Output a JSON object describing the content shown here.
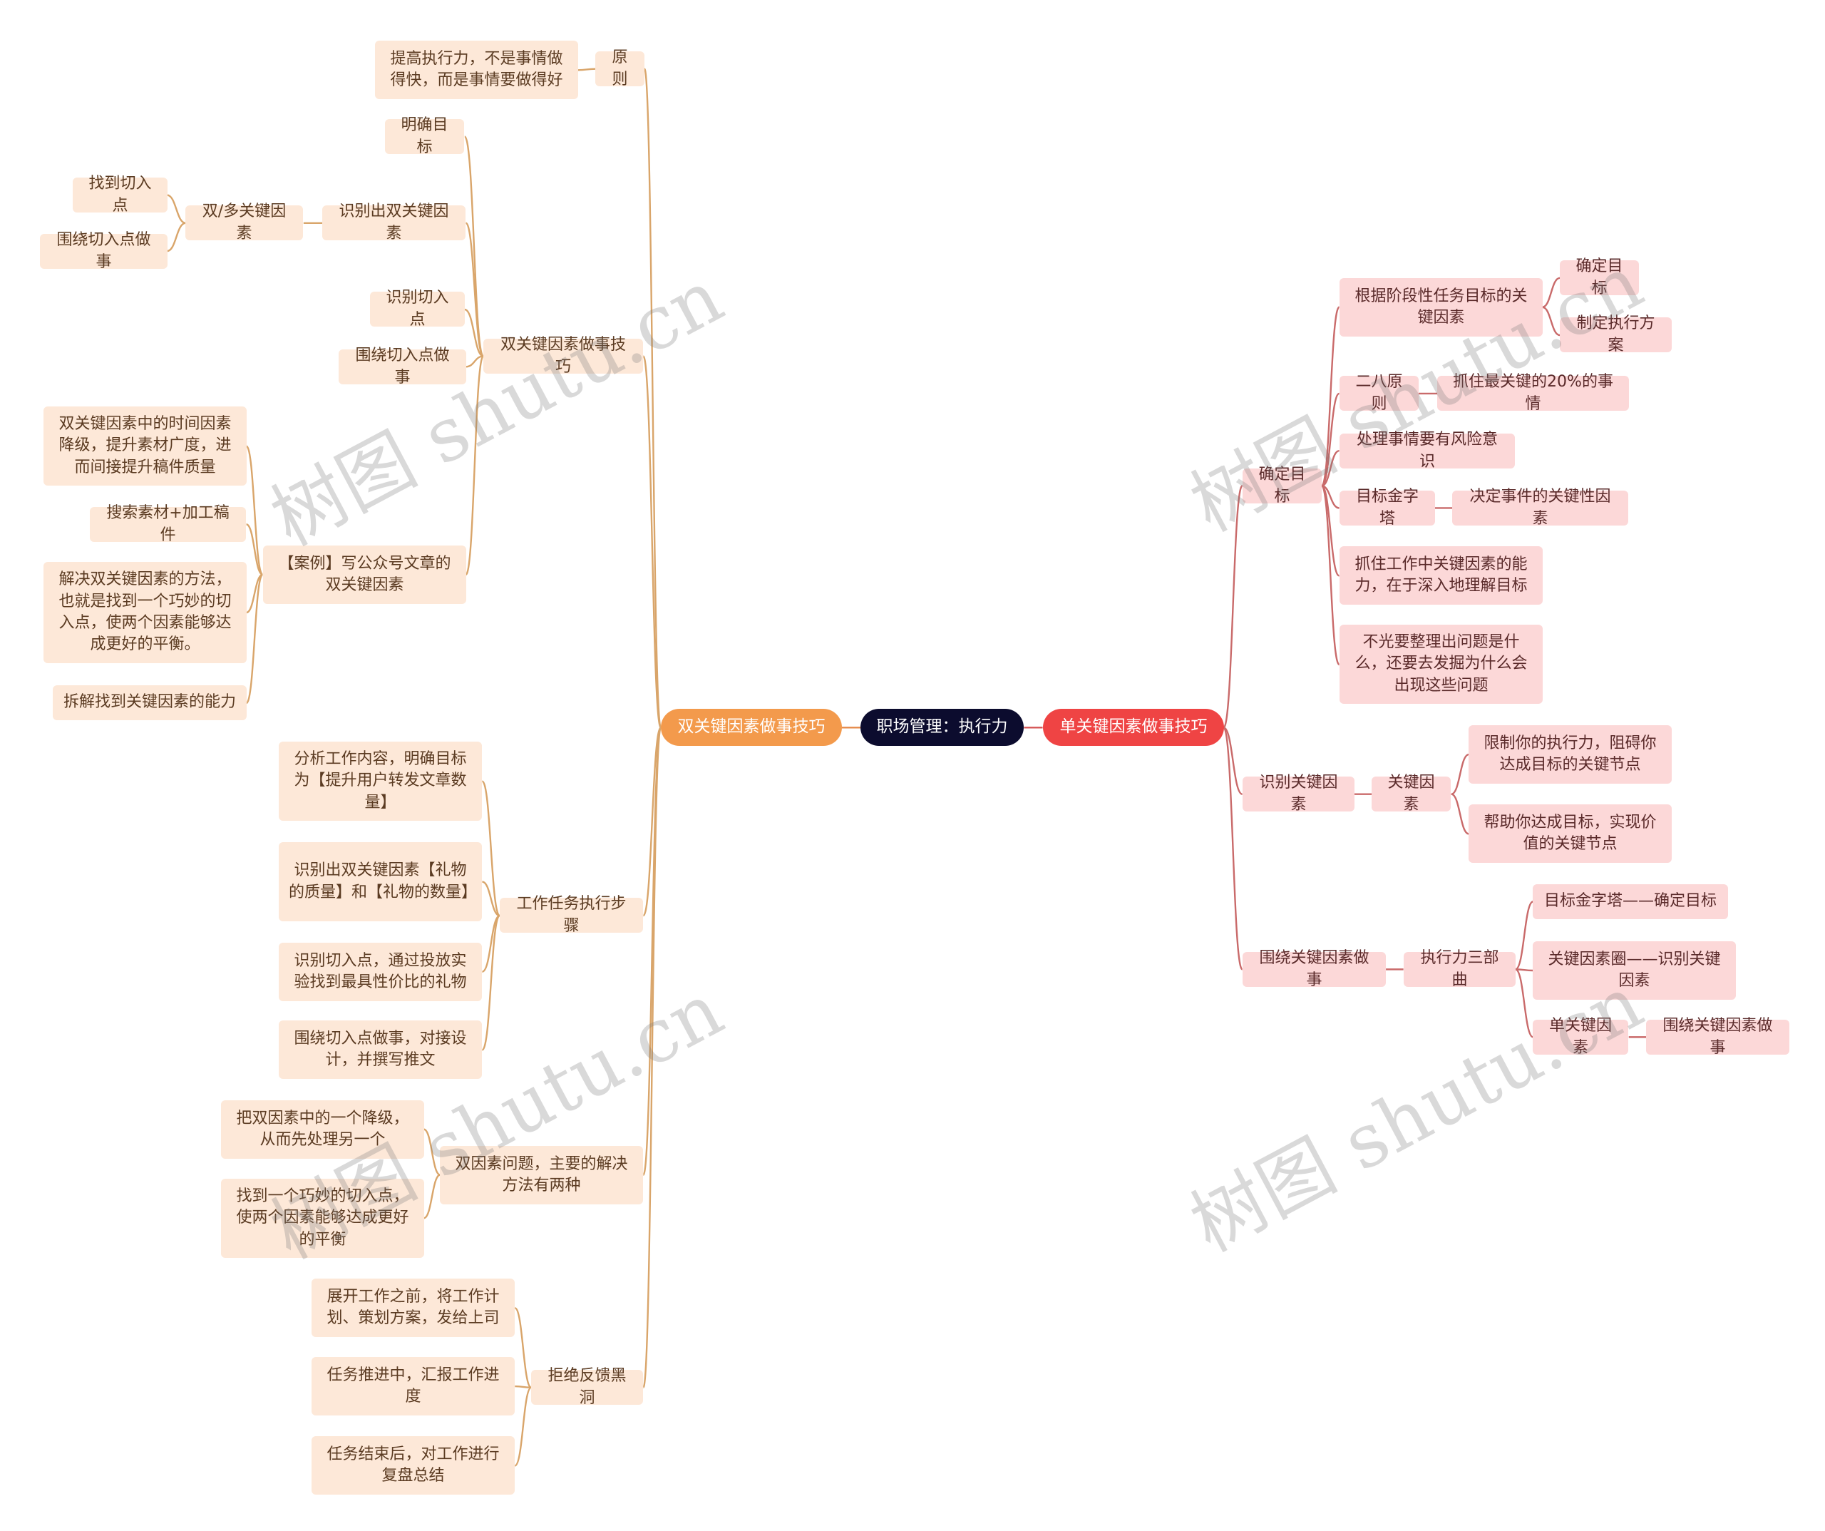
{
  "colors": {
    "root_bg": "#0c0c2e",
    "left_branch_bg": "#f39a4c",
    "right_branch_bg": "#ef4444",
    "left_node_bg": "#fde8d8",
    "right_node_bg": "#fcd8d8",
    "left_link": "#d9a56a",
    "right_link": "#c96a6a"
  },
  "watermark": "树图 shutu.cn",
  "root": "职场管理：执行力",
  "left_branch": {
    "label": "双关键因素做事技巧",
    "children": [
      {
        "label": "原则",
        "children": [
          {
            "label": "提高执行力，不是事情做得快，而是事情要做得好"
          }
        ]
      },
      {
        "label": "双关键因素做事技巧",
        "children": [
          {
            "label": "明确目标"
          },
          {
            "label": "识别出双关键因素",
            "children": [
              {
                "label": "双/多关键因素",
                "children": [
                  {
                    "label": "找到切入点"
                  },
                  {
                    "label": "围绕切入点做事"
                  }
                ]
              }
            ]
          },
          {
            "label": "识别切入点"
          },
          {
            "label": "围绕切入点做事"
          },
          {
            "label": "【案例】写公众号文章的双关键因素",
            "children": [
              {
                "label": "双关键因素中的时间因素降级，提升素材广度，进而间接提升稿件质量"
              },
              {
                "label": "搜索素材+加工稿件"
              },
              {
                "label": "解决双关键因素的方法，也就是找到一个巧妙的切入点，使两个因素能够达成更好的平衡。"
              },
              {
                "label": "拆解找到关键因素的能力"
              }
            ]
          }
        ]
      },
      {
        "label": "工作任务执行步骤",
        "children": [
          {
            "label": "分析工作内容，明确目标为【提升用户转发文章数量】"
          },
          {
            "label": "识别出双关键因素【礼物的质量】和【礼物的数量】"
          },
          {
            "label": "识别切入点，通过投放实验找到最具性价比的礼物"
          },
          {
            "label": "围绕切入点做事，对接设计，并撰写推文"
          }
        ]
      },
      {
        "label": "双因素问题，主要的解决方法有两种",
        "children": [
          {
            "label": "把双因素中的一个降级，从而先处理另一个"
          },
          {
            "label": "找到一个巧妙的切入点，使两个因素能够达成更好的平衡"
          }
        ]
      },
      {
        "label": "拒绝反馈黑洞",
        "children": [
          {
            "label": "展开工作之前，将工作计划、策划方案，发给上司"
          },
          {
            "label": "任务推进中，汇报工作进度"
          },
          {
            "label": "任务结束后，对工作进行复盘总结"
          }
        ]
      }
    ]
  },
  "right_branch": {
    "label": "单关键因素做事技巧",
    "children": [
      {
        "label": "确定目标",
        "children": [
          {
            "label": "根据阶段性任务目标的关键因素",
            "children": [
              {
                "label": "确定目标"
              },
              {
                "label": "制定执行方案"
              }
            ]
          },
          {
            "label": "二八原则",
            "children": [
              {
                "label": "抓住最关键的20%的事情"
              }
            ]
          },
          {
            "label": "处理事情要有风险意识"
          },
          {
            "label": "目标金字塔",
            "children": [
              {
                "label": "决定事件的关键性因素"
              }
            ]
          },
          {
            "label": "抓住工作中关键因素的能力，在于深入地理解目标"
          },
          {
            "label": "不光要整理出问题是什么，还要去发掘为什么会出现这些问题"
          }
        ]
      },
      {
        "label": "识别关键因素",
        "children": [
          {
            "label": "关键因素",
            "children": [
              {
                "label": "限制你的执行力，阻碍你达成目标的关键节点"
              },
              {
                "label": "帮助你达成目标，实现价值的关键节点"
              }
            ]
          }
        ]
      },
      {
        "label": "围绕关键因素做事",
        "children": [
          {
            "label": "执行力三部曲",
            "children": [
              {
                "label": "目标金字塔——确定目标"
              },
              {
                "label": "关键因素圈——识别关键因素"
              },
              {
                "label": "单关键因素",
                "children": [
                  {
                    "label": "围绕关键因素做事"
                  }
                ]
              }
            ]
          }
        ]
      }
    ]
  }
}
